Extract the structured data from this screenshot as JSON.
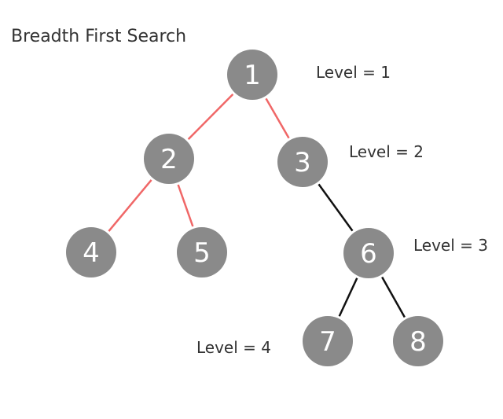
{
  "title": "Breadth First Search",
  "colors": {
    "node_fill": "#8a8a8a",
    "node_text": "#ffffff",
    "visited_edge": "#f06767",
    "unvisited_edge": "#111111",
    "text": "#333333"
  },
  "nodes": [
    {
      "id": "1",
      "label": "1"
    },
    {
      "id": "2",
      "label": "2"
    },
    {
      "id": "3",
      "label": "3"
    },
    {
      "id": "4",
      "label": "4"
    },
    {
      "id": "5",
      "label": "5"
    },
    {
      "id": "6",
      "label": "6"
    },
    {
      "id": "7",
      "label": "7"
    },
    {
      "id": "8",
      "label": "8"
    }
  ],
  "edges": [
    {
      "from": "1",
      "to": "2",
      "state": "visited"
    },
    {
      "from": "1",
      "to": "3",
      "state": "visited"
    },
    {
      "from": "2",
      "to": "4",
      "state": "visited"
    },
    {
      "from": "2",
      "to": "5",
      "state": "visited"
    },
    {
      "from": "3",
      "to": "6",
      "state": "unvisited"
    },
    {
      "from": "6",
      "to": "7",
      "state": "unvisited"
    },
    {
      "from": "6",
      "to": "8",
      "state": "unvisited"
    }
  ],
  "levels": [
    {
      "label": "Level = 1"
    },
    {
      "label": "Level = 2"
    },
    {
      "label": "Level = 3"
    },
    {
      "label": "Level = 4"
    }
  ]
}
